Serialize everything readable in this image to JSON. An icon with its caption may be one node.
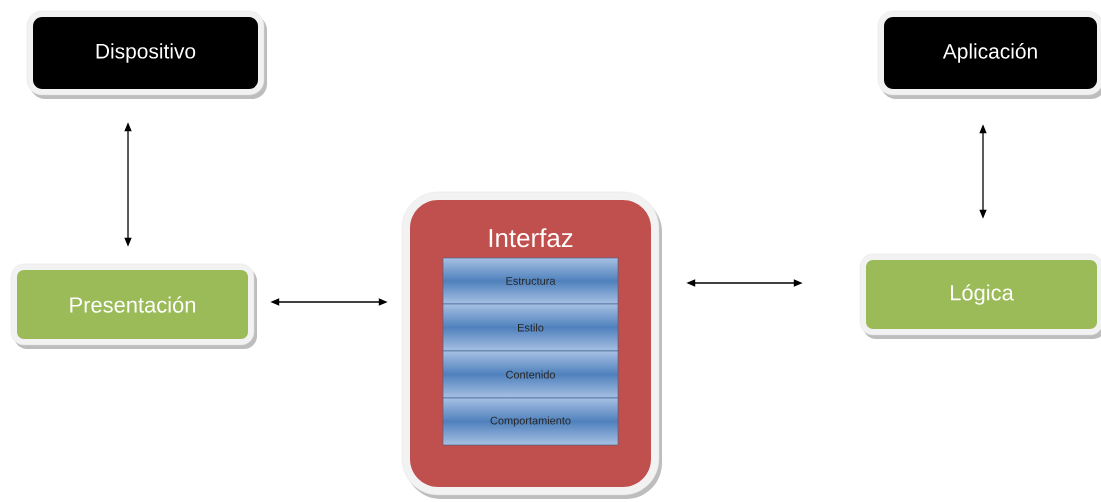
{
  "diagram": {
    "nodes": [
      {
        "text": [
          "Dispositivo"
        ]
      },
      {
        "text": [
          "Aplicación"
        ]
      },
      {
        "text": [
          "Presentación"
        ]
      },
      {
        "text": [
          "Interfaz"
        ]
      },
      {
        "text": [
          "Estructura"
        ],
        "in": 3
      },
      {
        "text": [
          "Estilo"
        ],
        "in": 3
      },
      {
        "text": [
          "Contenido"
        ],
        "in": 3
      },
      {
        "text": [
          "Comportamiento"
        ],
        "in": 3
      },
      {
        "text": [
          "Lógica"
        ]
      }
    ],
    "edges": [
      {
        "from": 0,
        "to": 2,
        "arrow": "both"
      },
      {
        "from": 1,
        "to": 8,
        "arrow": "both"
      },
      {
        "from": 2,
        "to": 3,
        "arrow": "both"
      },
      {
        "from": 3,
        "to": 8,
        "arrow": "both"
      }
    ]
  }
}
